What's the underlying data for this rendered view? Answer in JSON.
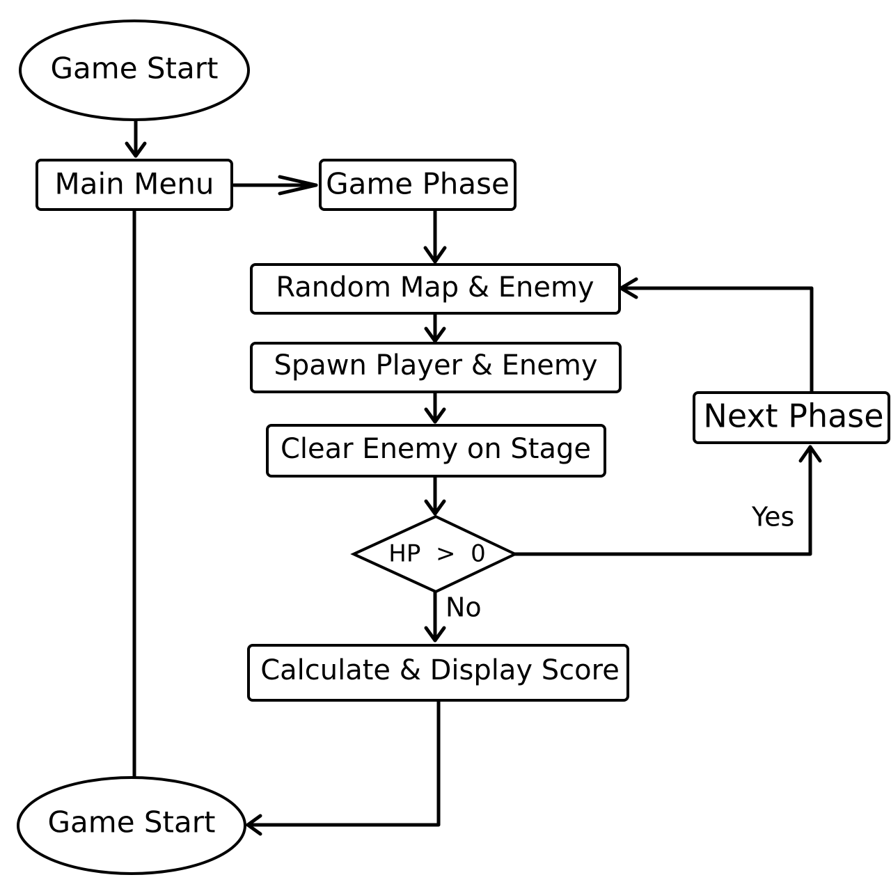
{
  "diagram": {
    "nodes": {
      "start": {
        "label": "Game Start"
      },
      "main_menu": {
        "label": "Main Menu"
      },
      "game_phase": {
        "label": "Game Phase"
      },
      "random_map": {
        "label": "Random Map & Enemy"
      },
      "spawn": {
        "label": "Spawn Player & Enemy"
      },
      "clear_enemy": {
        "label": "Clear Enemy on Stage"
      },
      "hp_check": {
        "label": "HP  >  0"
      },
      "next_phase": {
        "label": "Next Phase"
      },
      "score": {
        "label": "Calculate & Display Score"
      },
      "end": {
        "label": "Game Start"
      }
    },
    "edge_labels": {
      "yes": "Yes",
      "no": "No"
    },
    "colors": {
      "stroke": "#000000",
      "fill": "#ffffff"
    }
  }
}
